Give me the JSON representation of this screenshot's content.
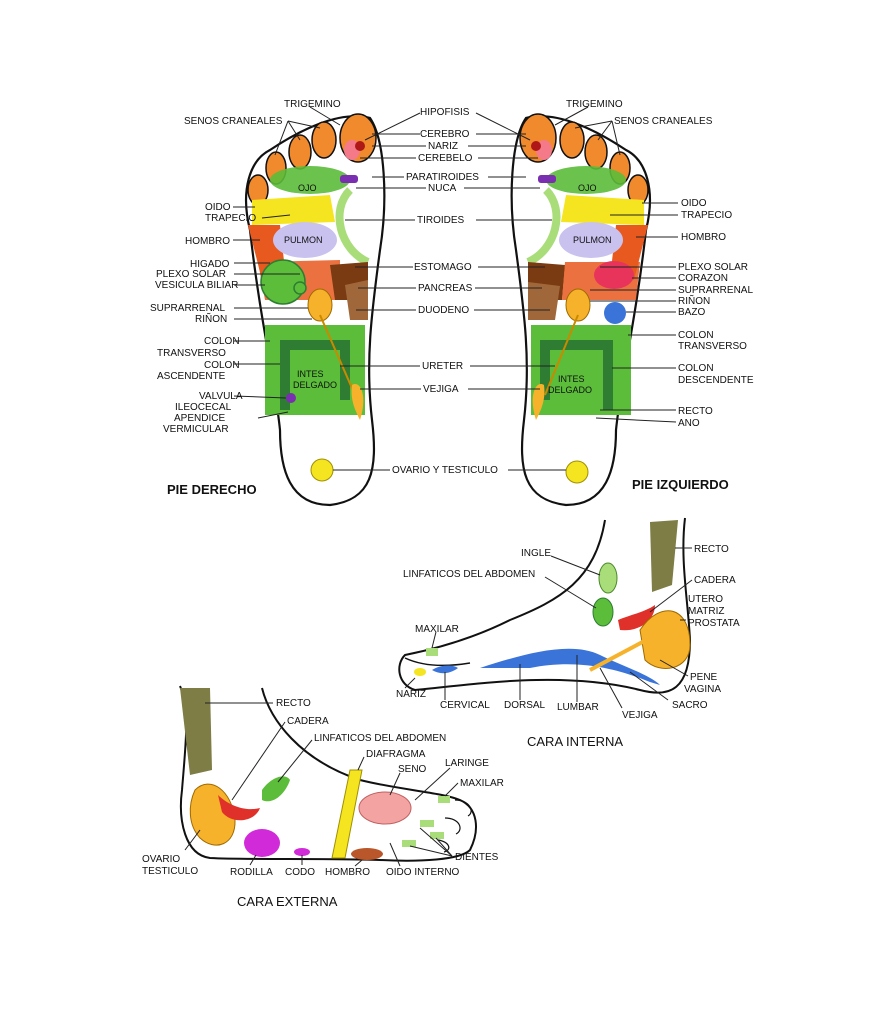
{
  "colors": {
    "red": "#e0302a",
    "orange": "#f08a2c",
    "yellow": "#f4e520",
    "green": "#5bbd3a",
    "dark_green": "#2e7d32",
    "light_green": "#a9dd7a",
    "lavender": "#c9c2ef",
    "purple": "#7a2fb0",
    "magenta": "#d12ad8",
    "pink": "#f47a8a",
    "blue": "#3a74d8",
    "brown": "#7a3a12",
    "olive": "#7d7d45",
    "amber": "#f6b22b"
  },
  "right_foot": {
    "title": "PIE DERECHO",
    "labels": {
      "senos_craneales": "SENOS CRANEALES",
      "trigemino": "TRIGEMINO",
      "oido": "OIDO",
      "trapecio": "TRAPECIO",
      "hombro": "HOMBRO",
      "higado": "HIGADO",
      "plexo_solar": "PLEXO SOLAR",
      "vesicula_biliar": "VESICULA BILIAR",
      "suprarrenal": "SUPRARRENAL",
      "rinon": "RIÑON",
      "colon_transverso_1": "COLON",
      "colon_transverso_2": "TRANSVERSO",
      "colon_ascendente_1": "COLON",
      "colon_ascendente_2": "ASCENDENTE",
      "valvula_1": "VALVULA",
      "valvula_2": "ILEOCECAL",
      "apendice_1": "APENDICE",
      "apendice_2": "VERMICULAR",
      "ojo": "OJO",
      "pulmon": "PULMON",
      "intes_1": "INTES",
      "intes_2": "DELGADO"
    }
  },
  "left_foot": {
    "title": "PIE IZQUIERDO",
    "labels": {
      "trigemino": "TRIGEMINO",
      "senos_craneales": "SENOS CRANEALES",
      "oido": "OIDO",
      "trapecio": "TRAPECIO",
      "hombro": "HOMBRO",
      "plexo_solar": "PLEXO SOLAR",
      "corazon": "CORAZON",
      "suprarrenal": "SUPRARRENAL",
      "rinon": "RIÑON",
      "bazo": "BAZO",
      "colon_transverso_1": "COLON",
      "colon_transverso_2": "TRANSVERSO",
      "colon_descendente_1": "COLON",
      "colon_descendente_2": "DESCENDENTE",
      "recto": "RECTO",
      "ano": "ANO",
      "ojo": "OJO",
      "pulmon": "PULMON",
      "intes_1": "INTES",
      "intes_2": "DELGADO"
    }
  },
  "center_labels": {
    "hipofisis": "HIPOFISIS",
    "cerebro": "CEREBRO",
    "nariz": "NARIZ",
    "cerebelo": "CEREBELO",
    "paratiroides": "PARATIROIDES",
    "nuca": "NUCA",
    "tiroides": "TIROIDES",
    "estomago": "ESTOMAGO",
    "pancreas": "PANCREAS",
    "duodeno": "DUODENO",
    "ureter": "URETER",
    "vejiga": "VEJIGA",
    "ovario_testiculo": "OVARIO Y TESTICULO"
  },
  "inner_view": {
    "title": "CARA INTERNA",
    "labels": {
      "ingle": "INGLE",
      "linfaticos": "LINFATICOS DEL ABDOMEN",
      "recto": "RECTO",
      "cadera": "CADERA",
      "utero": "UTERO",
      "matriz": "MATRIZ",
      "prostata": "PROSTATA",
      "maxilar": "MAXILAR",
      "pene": "PENE",
      "vagina": "VAGINA",
      "nariz": "NARIZ",
      "cervical": "CERVICAL",
      "dorsal": "DORSAL",
      "lumbar": "LUMBAR",
      "vejiga": "VEJIGA",
      "sacro": "SACRO"
    }
  },
  "outer_view": {
    "title": "CARA EXTERNA",
    "labels": {
      "recto": "RECTO",
      "cadera": "CADERA",
      "linfaticos": "LINFATICOS DEL ABDOMEN",
      "diafragma": "DIAFRAGMA",
      "seno": "SENO",
      "laringe": "LARINGE",
      "maxilar": "MAXILAR",
      "dientes": "DIENTES",
      "ovario": "OVARIO",
      "testiculo": "TESTICULO",
      "rodilla": "RODILLA",
      "codo": "CODO",
      "hombro": "HOMBRO",
      "oido_interno": "OIDO INTERNO"
    }
  }
}
